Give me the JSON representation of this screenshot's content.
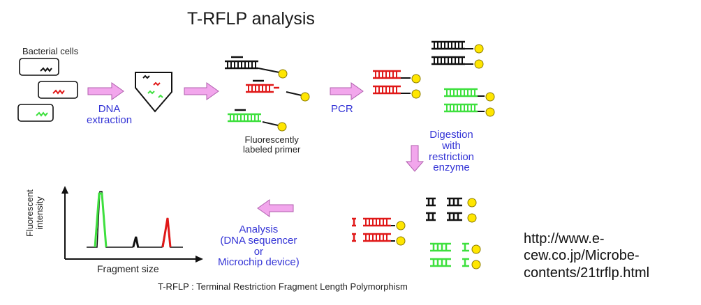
{
  "title": "T-RFLP analysis",
  "labels": {
    "bacterial_cells": "Bacterial cells",
    "dna_extraction": "DNA\nextraction",
    "fluorescent_primer": "Fluorescently\nlabeled primer",
    "pcr": "PCR",
    "digestion": "Digestion\nwith\nrestriction\nenzyme",
    "analysis": "Analysis\n(DNA sequencer\nor\nMicrochip device)",
    "y_axis": "Fluorescent\nintensity",
    "x_axis": "Fragment size"
  },
  "footer": "T-RFLP : Terminal Restriction Fragment Length Polymorphism",
  "url": "http://www.e-\ncew.co.jp/Microbe-\ncontents/21trflp.html",
  "colors": {
    "black_strand": "#111111",
    "red_strand": "#e01818",
    "green_strand": "#3ee03e",
    "label_dot": "#ffe600",
    "arrow": "#f2a6ec",
    "blue_text": "#3434d6"
  }
}
